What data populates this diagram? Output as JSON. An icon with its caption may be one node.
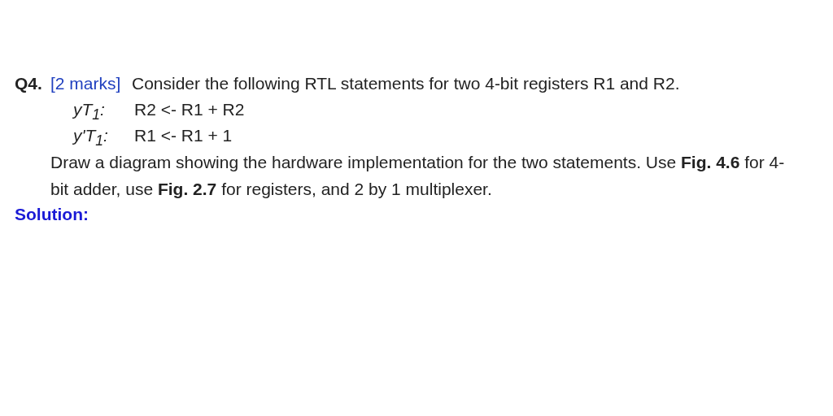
{
  "diagram": {
    "labels": [
      "Q4.",
      "[2 marks]",
      "Consider the following RTL statements for two 4-bit registers R1 and R2.",
      "yT$_{1}$:",
      "R2 <- R1 + R2",
      "y'T$_{1}$:",
      "R1 <- R1 + 1",
      "Draw a diagram showing the hardware implementation for the two statements. Use **Fig. 4.6** for 4-bit adder, use **Fig. 2.7** for registers, and 2 by 1 multiplexer.",
      "Solution:"
    ]
  }
}
